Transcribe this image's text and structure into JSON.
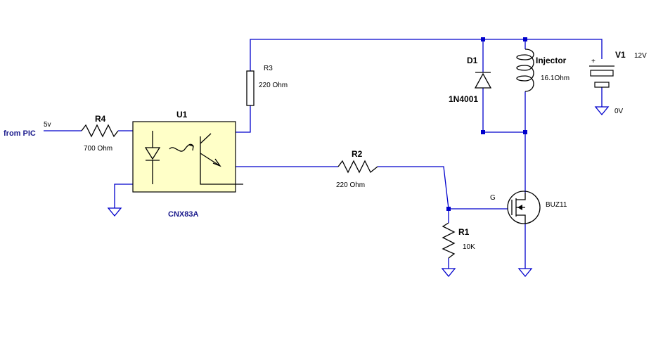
{
  "colors": {
    "wire": "#0000cc",
    "component": "#000000",
    "optocoupler_fill": "#ffffc8",
    "net_label": "#1a1a8c"
  },
  "labels": {
    "from_pic": "from PIC",
    "v5": "5v",
    "r4_name": "R4",
    "r4_value": "700 Ohm",
    "u1_name": "U1",
    "u1_part": "CNX83A",
    "r3_name": "R3",
    "r3_value": "220 Ohm",
    "r2_name": "R2",
    "r2_value": "220 Ohm",
    "r1_name": "R1",
    "r1_value": "10K",
    "d1_name": "D1",
    "d1_part": "1N4001",
    "inj_name": "Injector",
    "inj_value": "16.1Ohm",
    "v1_name": "V1",
    "v1_value": "12V",
    "v1_ground": "0V",
    "v1_plus": "+",
    "q_gate": "G",
    "q_part": "BUZ11"
  }
}
